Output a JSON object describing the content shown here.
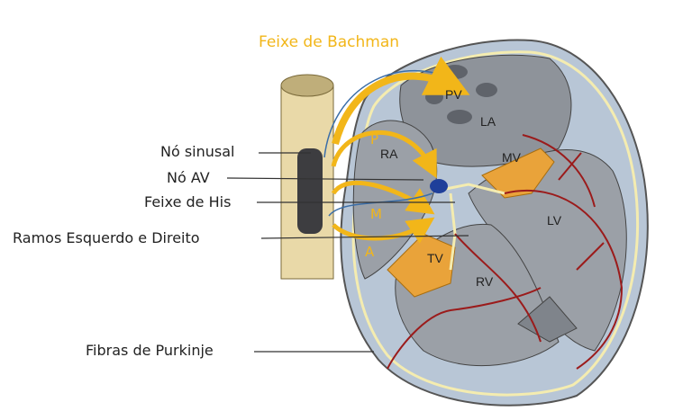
{
  "title_label": "Feixe de Bachman",
  "labels": {
    "sinus_node": "Nó sinusal",
    "av_node": "Nó AV",
    "his_bundle": "Feixe de His",
    "branches": "Ramos Esquerdo e Direito",
    "purkinje": "Fibras de Purkinje"
  },
  "chambers": {
    "pv": "PV",
    "la": "LA",
    "ra": "RA",
    "mv": "MV",
    "lv": "LV",
    "tv": "TV",
    "rv": "RV"
  },
  "pathways": {
    "p": "P",
    "m": "M",
    "a": "A"
  },
  "colors": {
    "accent": "#f2b619",
    "av_node": "#1f3f9a",
    "purkinje": "#9b1b1b"
  }
}
